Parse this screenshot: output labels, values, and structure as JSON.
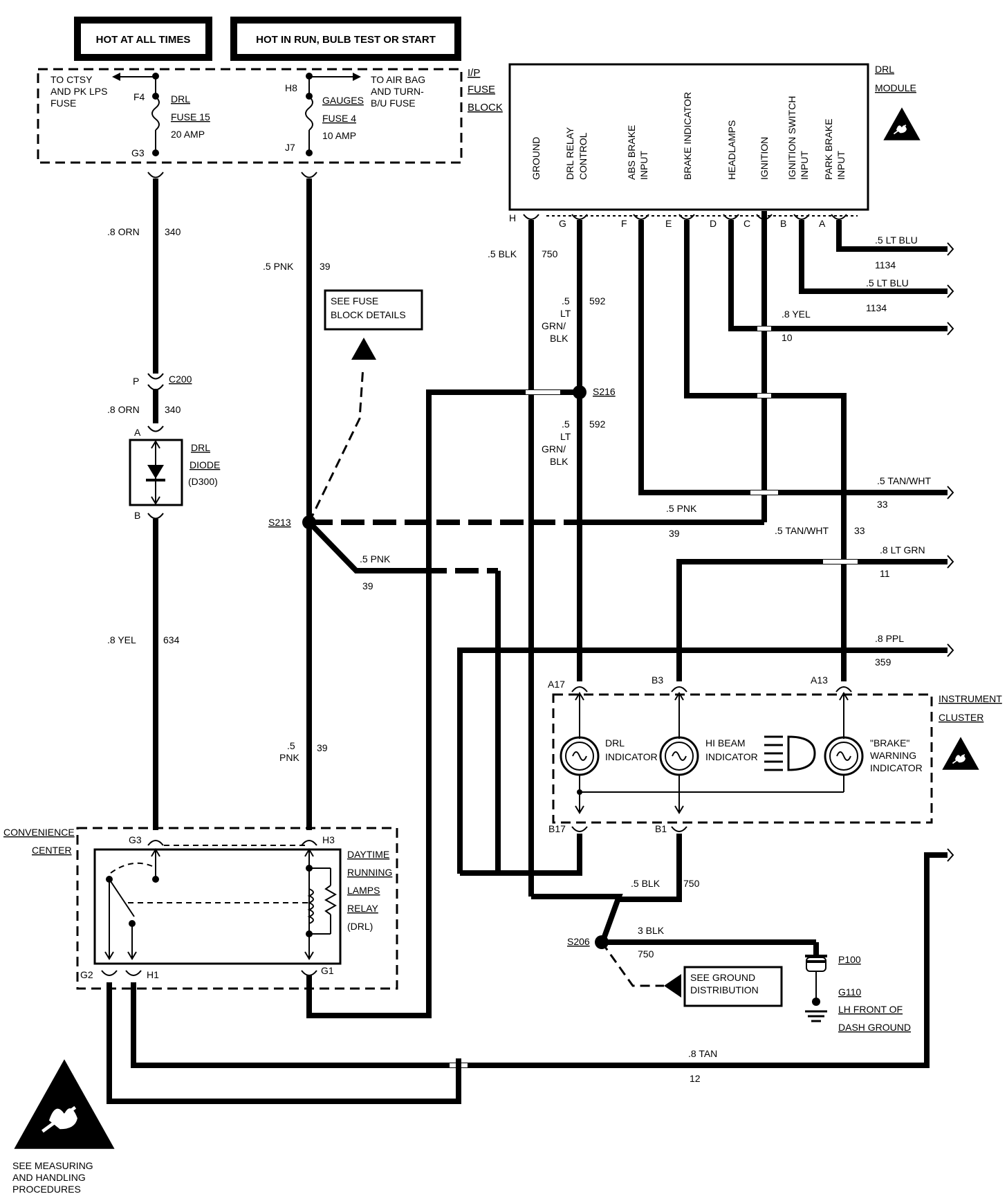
{
  "headers": {
    "hot_always": "HOT AT ALL TIMES",
    "hot_run": "HOT IN RUN, BULB TEST OR START"
  },
  "fuse_block": {
    "label": [
      "I/P",
      "FUSE",
      "BLOCK"
    ],
    "to_ctsy": [
      "TO CTSY",
      "AND PK LPS",
      "FUSE"
    ],
    "to_airbag": [
      "TO AIR BAG",
      "AND TURN-",
      "B/U FUSE"
    ],
    "fuse15": {
      "pin_in": "F4",
      "pin_out": "G3",
      "name": "DRL",
      "id": "FUSE 15",
      "rating": "20 AMP"
    },
    "fuse4": {
      "pin_in": "H8",
      "pin_out": "J7",
      "name": "GAUGES",
      "id": "FUSE 4",
      "rating": "10 AMP"
    }
  },
  "see_fuse_block": [
    "SEE FUSE",
    "BLOCK DETAILS"
  ],
  "drl_module": {
    "label": [
      "DRL",
      "MODULE"
    ],
    "pins": [
      {
        "letter": "H",
        "name": [
          "GROUND"
        ]
      },
      {
        "letter": "G",
        "name": [
          "DRL RELAY",
          "CONTROL"
        ]
      },
      {
        "letter": "F",
        "name": [
          "ABS BRAKE",
          "INPUT"
        ]
      },
      {
        "letter": "E",
        "name": [
          "BRAKE INDICATOR"
        ]
      },
      {
        "letter": "D",
        "name": [
          "HEADLAMPS"
        ]
      },
      {
        "letter": "C",
        "name": [
          "IGNITION"
        ]
      },
      {
        "letter": "B",
        "name": [
          "IGNITION SWITCH",
          "INPUT"
        ]
      },
      {
        "letter": "A",
        "name": [
          "PARK BRAKE",
          "INPUT"
        ]
      }
    ]
  },
  "wires": {
    "w340a": {
      "gauge": ".8 ORN",
      "circuit": "340"
    },
    "w340b": {
      "gauge": ".8 ORN",
      "circuit": "340"
    },
    "w634": {
      "gauge": ".8 YEL",
      "circuit": "634"
    },
    "w39a": {
      "gauge": ".5 PNK",
      "circuit": "39"
    },
    "w39b": {
      "gauge": ".5",
      "gauge2": "PNK",
      "circuit": "39"
    },
    "w39c": {
      "gauge": ".5 PNK",
      "circuit": "39"
    },
    "w39d": {
      "gauge": ".5 PNK",
      "circuit": "39"
    },
    "w750a": {
      "gauge": ".5 BLK",
      "circuit": "750"
    },
    "w750b": {
      "gauge": ".5 BLK",
      "circuit": "750"
    },
    "w750c": {
      "gauge": "3 BLK",
      "circuit": "750"
    },
    "w592a": {
      "gauge": [
        ".5",
        "LT",
        "GRN/",
        "BLK"
      ],
      "circuit": "592"
    },
    "w592b": {
      "gauge": [
        ".5",
        "LT",
        "GRN/",
        "BLK"
      ],
      "circuit": "592"
    },
    "w1134a": {
      "gauge": ".5 LT BLU",
      "circuit": "1134"
    },
    "w1134b": {
      "gauge": ".5 LT BLU",
      "circuit": "1134"
    },
    "w10": {
      "gauge": ".8 YEL",
      "circuit": "10"
    },
    "w33a": {
      "gauge": ".5 TAN/WHT",
      "circuit": "33"
    },
    "w33b": {
      "gauge": ".5 TAN/WHT",
      "circuit": "33"
    },
    "w11": {
      "gauge": ".8 LT GRN",
      "circuit": "11"
    },
    "w359": {
      "gauge": ".8 PPL",
      "circuit": "359"
    },
    "w12": {
      "gauge": ".8 TAN",
      "circuit": "12"
    }
  },
  "connector_c200": {
    "pin": "P",
    "name": "C200"
  },
  "diode": {
    "pin_a": "A",
    "pin_b": "B",
    "label": [
      "DRL",
      "DIODE",
      "(D300)"
    ]
  },
  "splices": {
    "s213": "S213",
    "s216": "S216",
    "s206": "S206"
  },
  "cluster": {
    "label": [
      "INSTRUMENT",
      "CLUSTER"
    ],
    "pins_top": [
      "A17",
      "B3",
      "A13"
    ],
    "pins_bottom": [
      "B17",
      "B1"
    ],
    "drl_indicator": [
      "DRL",
      "INDICATOR"
    ],
    "hi_beam": [
      "HI BEAM",
      "INDICATOR"
    ],
    "brake": [
      "\"BRAKE\"",
      "WARNING",
      "INDICATOR"
    ]
  },
  "convenience": {
    "label": [
      "CONVENIENCE",
      "CENTER"
    ],
    "relay": [
      "DAYTIME",
      "RUNNING",
      "LAMPS",
      "RELAY",
      "(DRL)"
    ],
    "pins": {
      "g3": "G3",
      "h3": "H3",
      "g2": "G2",
      "h1": "H1",
      "g1": "G1"
    }
  },
  "ground": {
    "p100": "P100",
    "g110": "G110",
    "location": [
      "LH FRONT OF",
      "DASH GROUND"
    ],
    "see_ground": [
      "SEE GROUND",
      "DISTRIBUTION"
    ]
  },
  "esd_note": [
    "SEE MEASURING",
    "AND HANDLING",
    "PROCEDURES"
  ]
}
